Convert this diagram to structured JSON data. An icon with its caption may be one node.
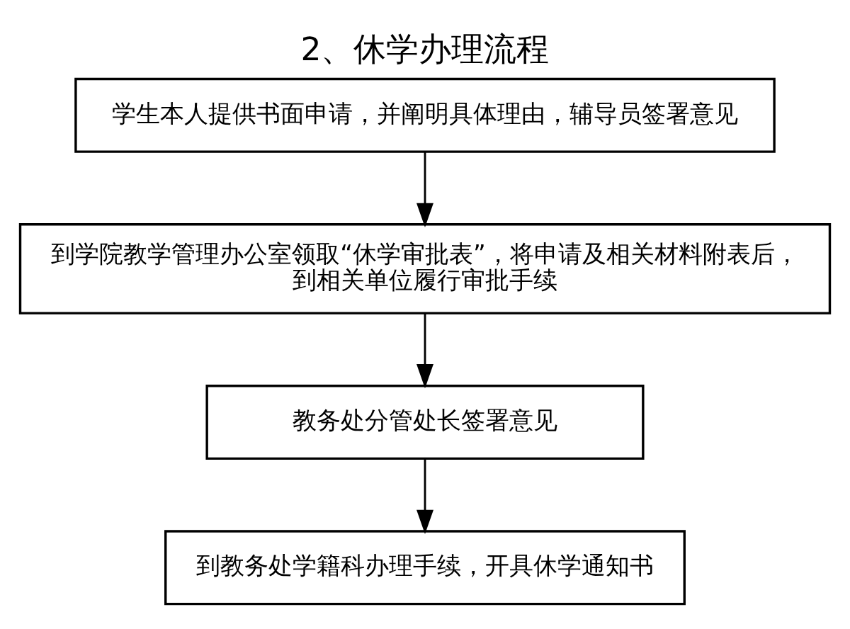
{
  "diagram": {
    "title": "2、休学办理流程",
    "nodes": [
      {
        "text": [
          "学生本人提供书面申请，并阐明具体理由，辅导员签署意见"
        ]
      },
      {
        "text": [
          "到学院教学管理办公室领取“休学审批表”，将申请及相关材料附表后，到相关单位履行审批手续"
        ]
      },
      {
        "text": [
          "教务处分管处长签署意见"
        ]
      },
      {
        "text": [
          "到教务处学籍科办理手续，开具休学通知书"
        ]
      }
    ],
    "edges": [
      {
        "from": 0,
        "to": 1,
        "arrow": "to"
      },
      {
        "from": 1,
        "to": 2,
        "arrow": "to"
      },
      {
        "from": 2,
        "to": 3,
        "arrow": "to"
      }
    ]
  }
}
